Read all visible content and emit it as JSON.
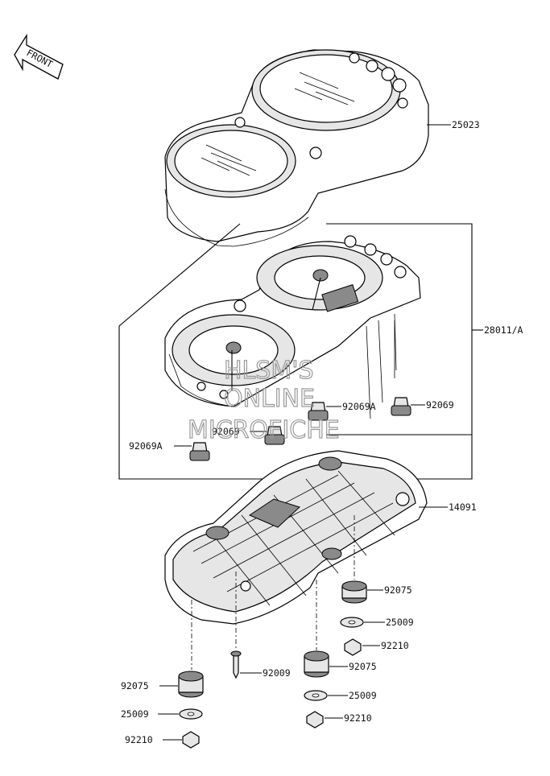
{
  "front_arrow": {
    "label": "FRONT",
    "icon": "front-arrow-icon"
  },
  "watermark": {
    "lines": [
      "HLSM'S",
      "ONLINE",
      "MICROFICHE"
    ],
    "color": "#9a9a9a"
  },
  "callouts": {
    "meter_cover": "25023",
    "meter_assy": "28011/A",
    "bulb_a_right": "92069A",
    "bulb_right": "92069",
    "bulb_center": "92069",
    "bulb_a_left": "92069A",
    "meter_case": "14091",
    "damper_right_1": "92075",
    "washer_right_1": "25009",
    "nut_right_1": "92210",
    "screw": "92009",
    "damper_right_2": "92075",
    "washer_right_2": "25009",
    "nut_right_2": "92210",
    "damper_left": "92075",
    "washer_left": "25009",
    "nut_left": "92210"
  }
}
